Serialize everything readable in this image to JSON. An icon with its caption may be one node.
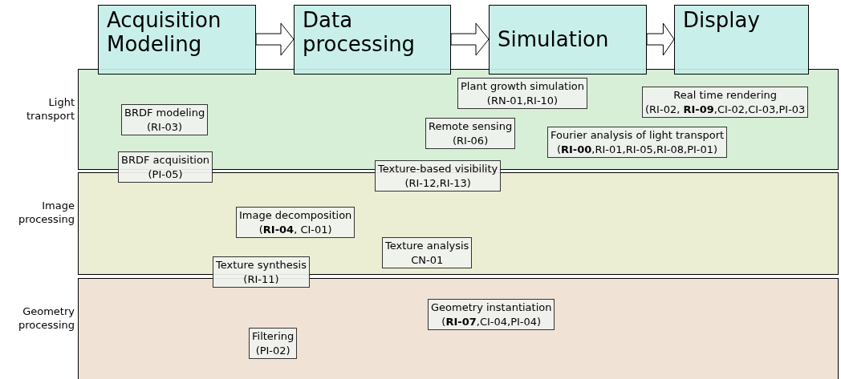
{
  "diagram": {
    "nodes": [
      {
        "text": [
          "Acquisition Modeling"
        ]
      },
      {
        "text": [
          "Data processing"
        ]
      },
      {
        "text": [
          "Simulation"
        ]
      },
      {
        "text": [
          "Display"
        ]
      },
      {
        "text": [
          "Light transport"
        ]
      },
      {
        "text": [
          "Plant growth simulation",
          "(RN-01,RI-10)"
        ],
        "in": 4
      },
      {
        "text": [
          "Real time rendering",
          "(RI-02, **RI-09**,CI-02,CI-03,PI-03"
        ],
        "in": 4
      },
      {
        "text": [
          "BRDF modeling",
          "(RI-03)"
        ],
        "in": 4
      },
      {
        "text": [
          "Remote sensing",
          "(RI-06)"
        ],
        "in": 4
      },
      {
        "text": [
          "Fourier analysis of light transport",
          "(**RI-00**,RI-01,RI-05,RI-08,PI-01)"
        ],
        "in": 4
      },
      {
        "text": [
          "BRDF acquisition",
          "(PI-05)"
        ]
      },
      {
        "text": [
          "Texture-based visibility",
          "(RI-12,RI-13)"
        ]
      },
      {
        "text": [
          "Image processing"
        ]
      },
      {
        "text": [
          "Image decomposition",
          "(**RI-04**, CI-01)"
        ],
        "in": 12
      },
      {
        "text": [
          "Texture analysis",
          "CN-01"
        ],
        "in": 12
      },
      {
        "text": [
          "Texture synthesis",
          "(RI-11)"
        ]
      },
      {
        "text": [
          "Geometry processing"
        ]
      },
      {
        "text": [
          "Geometry instantiation",
          "(**RI-07**,CI-04,PI-04)"
        ],
        "in": 16
      },
      {
        "text": [
          "Filtering",
          "(PI-02)"
        ],
        "in": 16
      }
    ],
    "edges": [
      {
        "from": 0,
        "to": 1,
        "arrow": "to"
      },
      {
        "from": 1,
        "to": 2,
        "arrow": "to"
      },
      {
        "from": 2,
        "to": 3,
        "arrow": "to"
      }
    ]
  }
}
